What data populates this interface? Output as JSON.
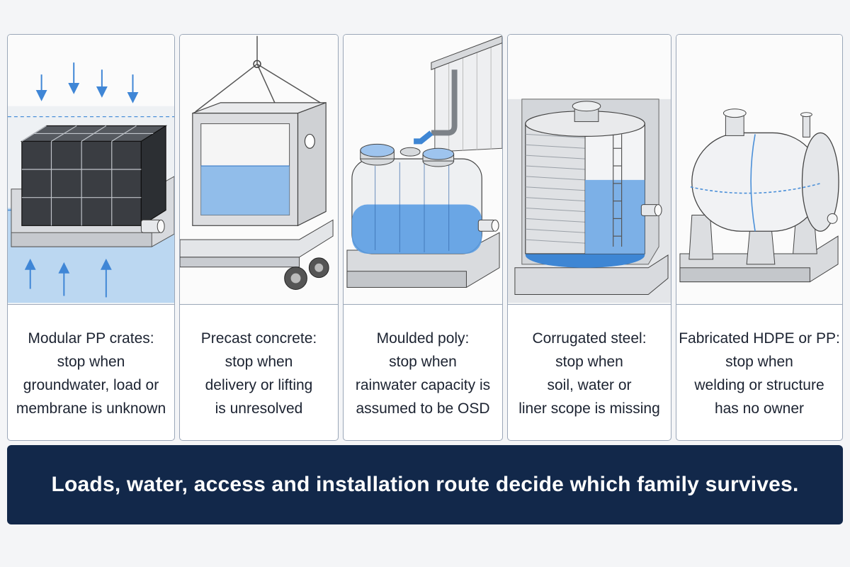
{
  "panels": [
    {
      "icon": "modular-pp-crates-icon",
      "lines": [
        "Modular PP crates:",
        "stop when",
        "groundwater, load or",
        "membrane is unknown"
      ]
    },
    {
      "icon": "precast-concrete-tank-icon",
      "lines": [
        "Precast concrete:",
        "stop when",
        "delivery or lifting",
        "is unresolved"
      ]
    },
    {
      "icon": "moulded-poly-tank-icon",
      "lines": [
        "Moulded poly:",
        "stop when",
        "rainwater capacity is",
        "assumed to be OSD"
      ]
    },
    {
      "icon": "corrugated-steel-tank-icon",
      "lines": [
        "Corrugated steel:",
        "stop when",
        "soil, water or",
        "liner scope is missing"
      ]
    },
    {
      "icon": "fabricated-hdpe-tank-icon",
      "lines": [
        "Fabricated HDPE or PP:",
        "stop when",
        "welding or structure",
        "has no owner"
      ]
    }
  ],
  "banner": {
    "text": "Loads, water, access and installation route decide which family survives."
  },
  "colors": {
    "banner_bg": "#12284a",
    "water_blue": "#4a8fd8",
    "panel_border": "#9ba7b8"
  }
}
